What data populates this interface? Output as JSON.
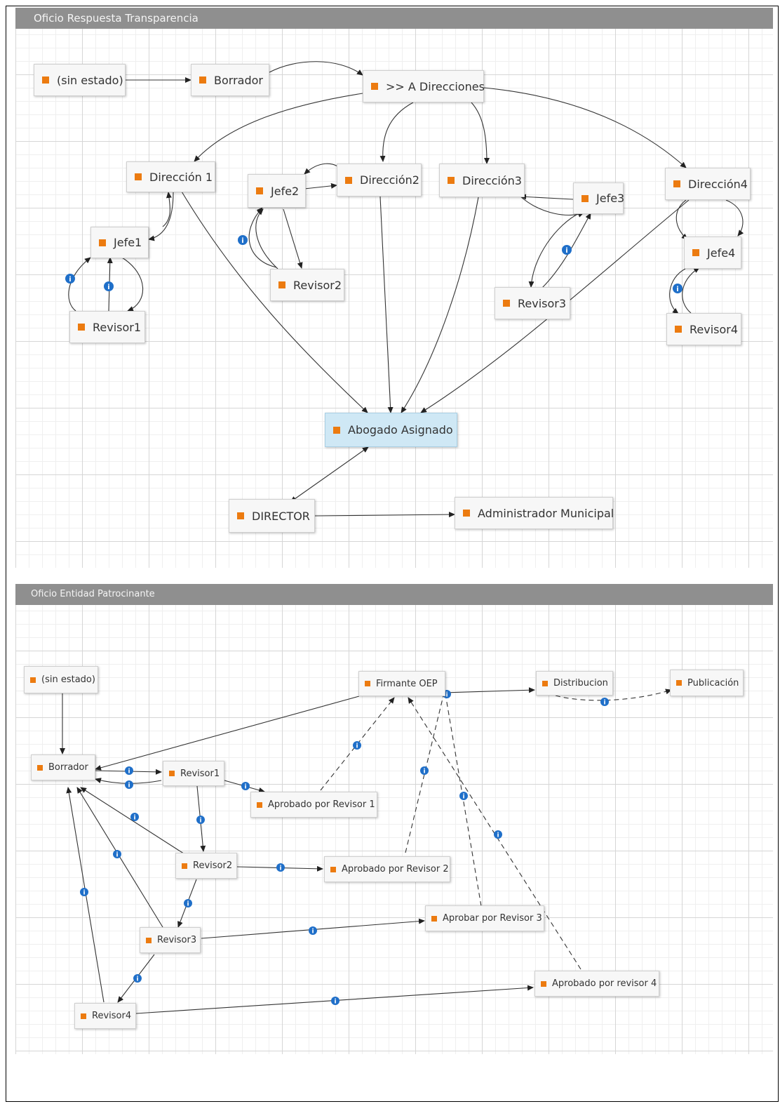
{
  "panels": [
    {
      "title": "Oficio Respuesta Transparencia",
      "nodes": [
        {
          "label": "(sin estado)"
        },
        {
          "label": "Borrador"
        },
        {
          "label": ">> A Direcciones"
        },
        {
          "label": "Dirección 1"
        },
        {
          "label": "Jefe2"
        },
        {
          "label": "Dirección2"
        },
        {
          "label": "Dirección3"
        },
        {
          "label": "Jefe3"
        },
        {
          "label": "Dirección4"
        },
        {
          "label": "Jefe1"
        },
        {
          "label": "Revisor2"
        },
        {
          "label": "Jefe4"
        },
        {
          "label": "Revisor1"
        },
        {
          "label": "Revisor3"
        },
        {
          "label": "Revisor4"
        },
        {
          "label": "Abogado Asignado",
          "selected": true
        },
        {
          "label": "DIRECTOR"
        },
        {
          "label": "Administrador Municipal"
        }
      ]
    },
    {
      "title": "Oficio Entidad Patrocinante",
      "nodes": [
        {
          "label": "(sin estado)"
        },
        {
          "label": "Firmante OEP"
        },
        {
          "label": "Distribucion"
        },
        {
          "label": "Publicación"
        },
        {
          "label": "Borrador"
        },
        {
          "label": "Revisor1"
        },
        {
          "label": "Aprobado por Revisor 1"
        },
        {
          "label": "Revisor2"
        },
        {
          "label": "Aprobado por Revisor 2"
        },
        {
          "label": "Aprobar por Revisor 3"
        },
        {
          "label": "Revisor3"
        },
        {
          "label": "Aprobado por revisor 4"
        },
        {
          "label": "Revisor4"
        }
      ]
    }
  ],
  "colors": {
    "header_bar": "#8f8f8f",
    "node_marker": "#ec7b10",
    "info_icon": "#1f6fc9",
    "selected_node": "#cfe8f5"
  },
  "icons": [
    "info-icon"
  ]
}
